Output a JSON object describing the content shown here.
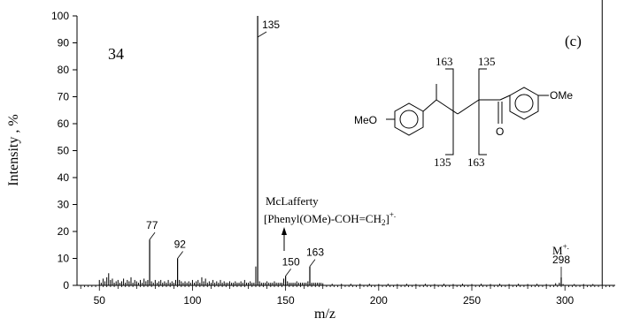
{
  "chart_data": {
    "type": "bar",
    "xlabel": "m/z",
    "ylabel": "Intensity , %",
    "xlim": [
      38,
      327
    ],
    "ylim": [
      0,
      100
    ],
    "x_ticks": [
      50,
      100,
      150,
      200,
      250,
      300
    ],
    "y_ticks": [
      0,
      10,
      20,
      30,
      40,
      50,
      60,
      70,
      80,
      90,
      100
    ],
    "grid": false,
    "panel_label": "(c)",
    "compound_number": "34",
    "major_peaks": [
      {
        "x": 77,
        "y": 17,
        "label": "77"
      },
      {
        "x": 92,
        "y": 10,
        "label": "92"
      },
      {
        "x": 135,
        "y": 100,
        "label": "135"
      },
      {
        "x": 150,
        "y": 3.5,
        "label": "150"
      },
      {
        "x": 163,
        "y": 7,
        "label": "163"
      },
      {
        "x": 298,
        "y": 3,
        "label": "298"
      }
    ],
    "minor_peaks": {
      "x": [
        50,
        51,
        52,
        53,
        54,
        55,
        56,
        57,
        58,
        59,
        60,
        61,
        62,
        63,
        64,
        65,
        66,
        67,
        68,
        69,
        70,
        71,
        72,
        73,
        74,
        75,
        76,
        78,
        79,
        80,
        81,
        82,
        83,
        84,
        85,
        86,
        87,
        88,
        89,
        90,
        91,
        93,
        94,
        95,
        96,
        97,
        98,
        99,
        100,
        101,
        102,
        103,
        104,
        105,
        106,
        107,
        108,
        109,
        110,
        111,
        112,
        113,
        114,
        115,
        116,
        117,
        118,
        119,
        120,
        121,
        122,
        123,
        124,
        125,
        126,
        127,
        128,
        129,
        130,
        131,
        132,
        133,
        134,
        136,
        137,
        138,
        139,
        140,
        141,
        142,
        143,
        144,
        145,
        146,
        147,
        148,
        149,
        151,
        152,
        153,
        154,
        155,
        156,
        157,
        158,
        159,
        160,
        161,
        162,
        164,
        165,
        166,
        167,
        168,
        169,
        170,
        175,
        180,
        185,
        190,
        195,
        200,
        205,
        210,
        215,
        220,
        225,
        230,
        235,
        240,
        245,
        250,
        255,
        260,
        265,
        270,
        275,
        280,
        285,
        290,
        295,
        297,
        299,
        305,
        310,
        315,
        320
      ],
      "y": [
        2,
        1,
        2.5,
        1.5,
        3,
        4.5,
        2,
        2.5,
        1,
        1.5,
        2,
        1,
        1.5,
        2.5,
        1,
        2,
        1.5,
        3,
        1,
        2,
        1.5,
        1,
        2,
        1,
        2.5,
        1.5,
        2,
        1.5,
        1,
        2,
        1,
        1.5,
        2,
        1,
        1.5,
        1,
        2,
        1,
        1.5,
        1,
        2,
        2,
        1.5,
        1,
        1.5,
        1,
        1.5,
        1,
        2,
        1,
        1.5,
        2,
        1,
        3,
        1.5,
        2.5,
        1,
        1.5,
        1,
        2,
        1,
        1.5,
        1,
        2,
        1,
        1.5,
        1,
        1,
        1.5,
        1,
        1,
        1.5,
        1,
        1,
        1.5,
        1,
        2,
        1,
        1,
        1.5,
        1,
        1,
        7,
        1.5,
        1,
        1,
        1,
        1.5,
        1,
        1,
        1,
        1.5,
        1,
        1,
        1,
        1,
        2.5,
        1.5,
        1,
        1,
        1,
        1,
        1.5,
        1,
        1,
        1,
        1,
        1,
        1.5,
        1,
        1,
        1,
        1,
        1,
        1,
        0.8,
        0.6,
        0.6,
        0.6,
        0.6,
        0.6,
        0.5,
        0.6,
        0.5,
        0.6,
        0.5,
        0.6,
        0.5,
        0.6,
        0.5,
        0.6,
        0.5,
        0.6,
        0.5,
        0.6,
        0.5,
        0.6,
        0.5,
        0.6,
        0.5,
        0.8,
        1,
        0.5,
        0.5,
        0.5,
        0.5
      ]
    },
    "annotations": {
      "mclafferty_title": "McLafferty",
      "mclafferty_formula_main": "[Phenyl(OMe)-COH=CH",
      "mclafferty_formula_sub": "2",
      "mclafferty_formula_close": "]",
      "mclafferty_formula_sup": "+.",
      "molecular_ion_label": "M",
      "molecular_ion_sup": "+.",
      "structure_labels": {
        "frag_top_a": "163",
        "frag_top_b": "135",
        "frag_bottom_a": "135",
        "frag_bottom_b": "163",
        "left_group": "MeO",
        "right_group": "OMe",
        "carbonyl_oxygen": "O"
      }
    }
  }
}
